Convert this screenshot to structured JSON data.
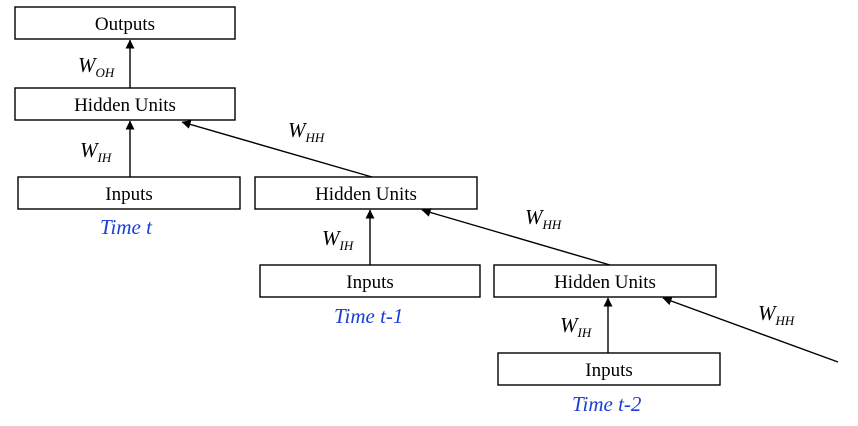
{
  "labels": {
    "outputs": "Outputs",
    "hidden": "Hidden Units",
    "inputs": "Inputs"
  },
  "weights": {
    "w_letter": "W",
    "oh": "OH",
    "ih": "IH",
    "hh": "HH"
  },
  "times": [
    "Time t",
    "Time t-1",
    "Time t-2"
  ]
}
